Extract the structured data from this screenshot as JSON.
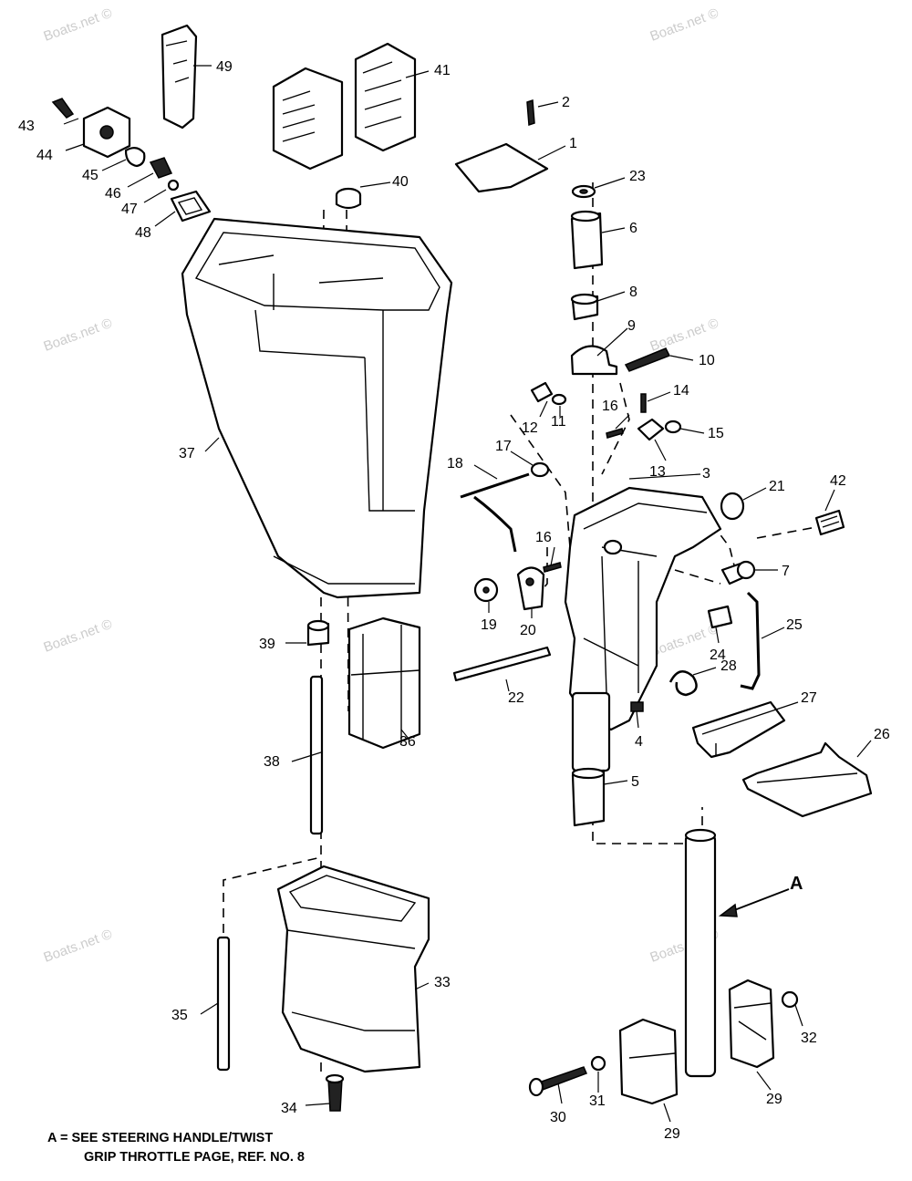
{
  "watermark": "Boats.net ©",
  "callouts": {
    "c1": "1",
    "c2": "2",
    "c3": "3",
    "c4": "4",
    "c5": "5",
    "c6": "6",
    "c7": "7",
    "c8": "8",
    "c9": "9",
    "c10": "10",
    "c11": "11",
    "c12": "12",
    "c13": "13",
    "c14": "14",
    "c15": "15",
    "c16a": "16",
    "c16b": "16",
    "c17": "17",
    "c18": "18",
    "c19": "19",
    "c20": "20",
    "c21": "21",
    "c22": "22",
    "c23": "23",
    "c24": "24",
    "c25": "25",
    "c26": "26",
    "c27": "27",
    "c28": "28",
    "c29a": "29",
    "c29b": "29",
    "c30": "30",
    "c31": "31",
    "c32": "32",
    "c33": "33",
    "c34": "34",
    "c35": "35",
    "c36": "36",
    "c37": "37",
    "c38": "38",
    "c39": "39",
    "c40": "40",
    "c41": "41",
    "c42": "42",
    "c43": "43",
    "c44": "44",
    "c45": "45",
    "c46": "46",
    "c47": "47",
    "c48": "48",
    "c49": "49"
  },
  "reference_marker": "A",
  "footnote": {
    "line1": "A = SEE STEERING HANDLE/TWIST",
    "line2": "GRIP THROTTLE PAGE, REF. NO. 8"
  }
}
